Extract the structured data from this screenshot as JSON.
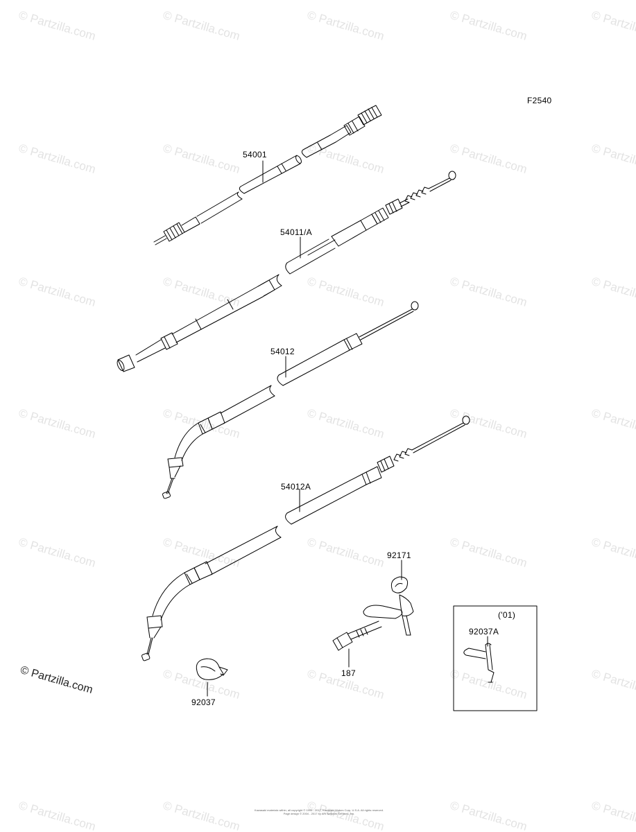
{
  "diagram": {
    "figure_code": "F2540",
    "part_labels": {
      "speedometer_cable": "54001",
      "clutch_cable": "54011/A",
      "throttle_cable_open": "54012",
      "throttle_cable_close": "54012A",
      "wire_guide": "92171",
      "bolt": "187",
      "clamp": "92037",
      "clamp_inset": "92037A"
    },
    "inset_year": "('01)",
    "copyright_line1": "Kawasaki materials within, all copyright © 1995 - 2017, Kawasaki Motors Corp, U.S.A. All rights reserved.",
    "copyright_line2": "Page design © 2004 - 2017 by ARI Network Services, Inc."
  },
  "watermark": {
    "text": "© Partzilla.com",
    "main_text": "© Partzilla.com"
  },
  "colors": {
    "line": "#000000",
    "watermark": "#e3e3e3",
    "background": "#ffffff"
  }
}
